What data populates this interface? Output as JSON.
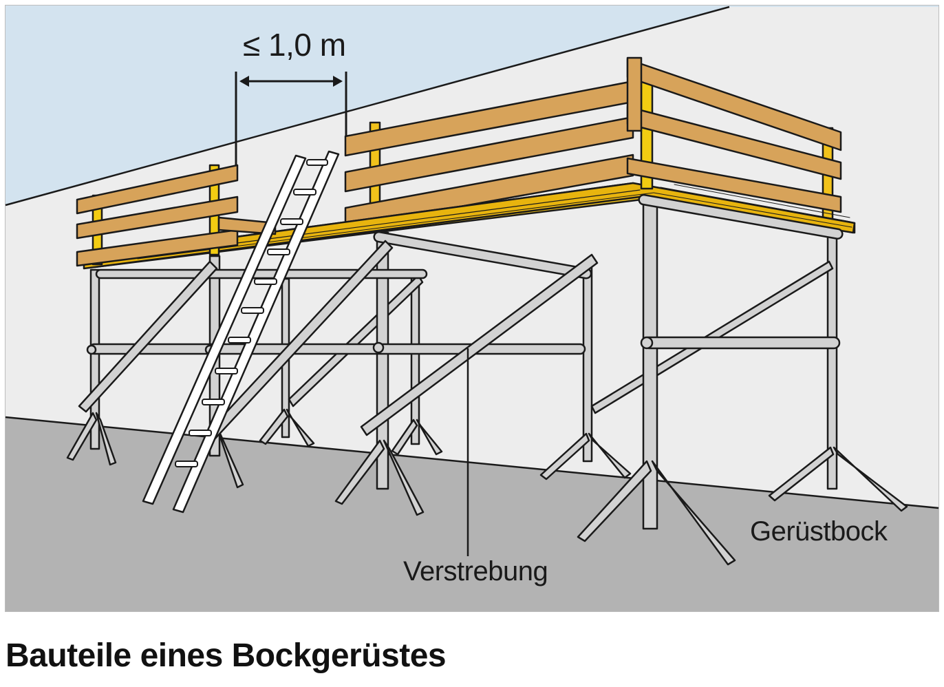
{
  "diagram": {
    "dimension_label": "≤ 1,0 m",
    "callouts": {
      "verstrebung": "Verstrebung",
      "geruestbock": "Gerüstbock"
    }
  },
  "caption": "Bauteile eines Bockgerüstes",
  "colors": {
    "sky": "#d3e3ef",
    "wall": "#ededed",
    "ground": "#b3b3b3",
    "plank_wood": "#d7a35a",
    "platform_yellow": "#f1c21b",
    "post_yellow": "#f2cc12",
    "metal": "#d2d2d2",
    "outline": "#1a1a1a"
  }
}
